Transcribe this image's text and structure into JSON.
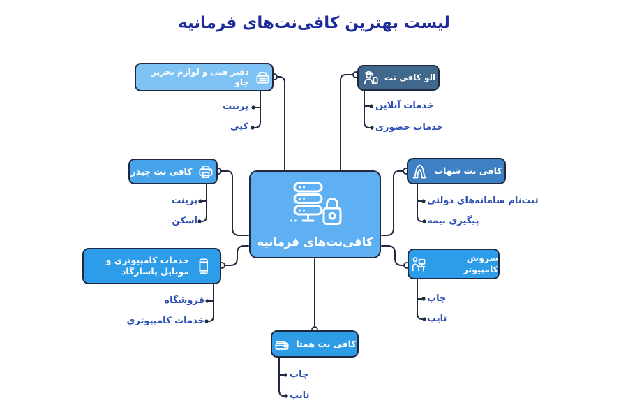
{
  "title": "لیست بهترین کافی‌نت‌های فرمانیه",
  "center": {
    "label": "کافی‌نت‌های فرمانیه",
    "icon": "server-lock-icon",
    "color": "#5fb0f2"
  },
  "nodes": [
    {
      "id": "chav",
      "label": "دفتر فنی و لوازم تحریر چاو",
      "icon": "multifunction-printer-icon",
      "color": "#7fc2f4",
      "children": [
        "پرینت",
        "کپی"
      ]
    },
    {
      "id": "alo",
      "label": "الو کافی نت",
      "icon": "student-with-phone-icon",
      "color": "#40688c",
      "children": [
        "خدمات آنلاین",
        "خدمات حضوری"
      ]
    },
    {
      "id": "chizar",
      "label": "کافی نت چیذر",
      "icon": "printer-icon",
      "color": "#47a3ea",
      "children": [
        "پرینت",
        "اسکن"
      ]
    },
    {
      "id": "shahab",
      "label": "کافی نت شهاب",
      "icon": "azadi-tower-icon",
      "color": "#3e80c4",
      "children": [
        "ثبت‌نام سامانه‌های دولتی",
        "پیگیری بیمه"
      ]
    },
    {
      "id": "pasargad",
      "label": "خدمات کامپیوتری و موبایل پاسارگاد",
      "icon": "smartphone-icon",
      "color": "#2d9ce9",
      "children": [
        "فروشگاه",
        "خدمات کامپیوتری"
      ]
    },
    {
      "id": "soroush",
      "label": "سروش کامپیوتر",
      "icon": "person-at-computer-icon",
      "color": "#2d9ce9",
      "children": [
        "چاپ",
        "تایپ"
      ]
    },
    {
      "id": "hamta",
      "label": "کافی نت همتا",
      "icon": "photocopier-icon",
      "color": "#2f9ce8",
      "children": [
        "چاپ",
        "تایپ"
      ]
    }
  ],
  "palette": {
    "background": "#ffffff",
    "title_text": "#1e2b9e",
    "child_text": "#2d4fb2",
    "line": "#20293f",
    "node_text": "#ffffff"
  }
}
